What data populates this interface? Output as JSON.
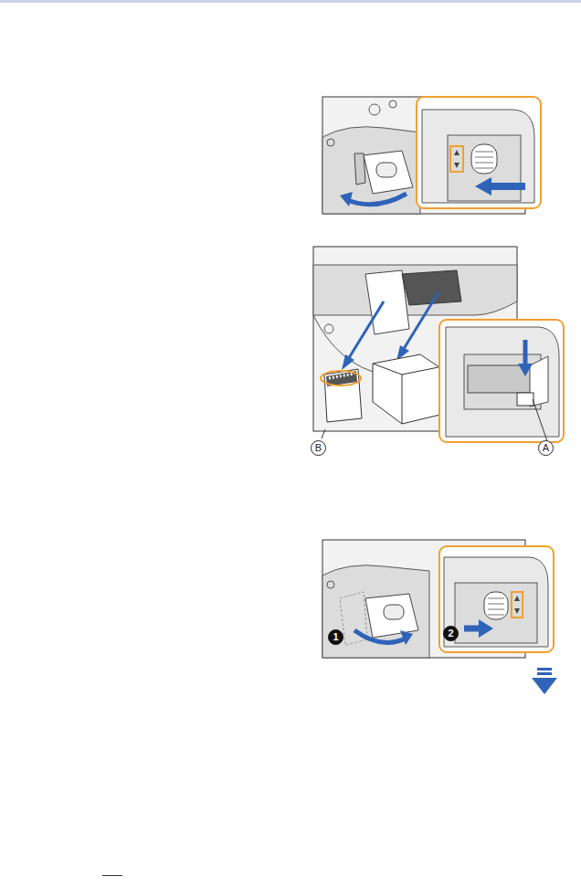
{
  "diagram": {
    "labels": [
      "B",
      "A",
      "1",
      "2"
    ]
  }
}
